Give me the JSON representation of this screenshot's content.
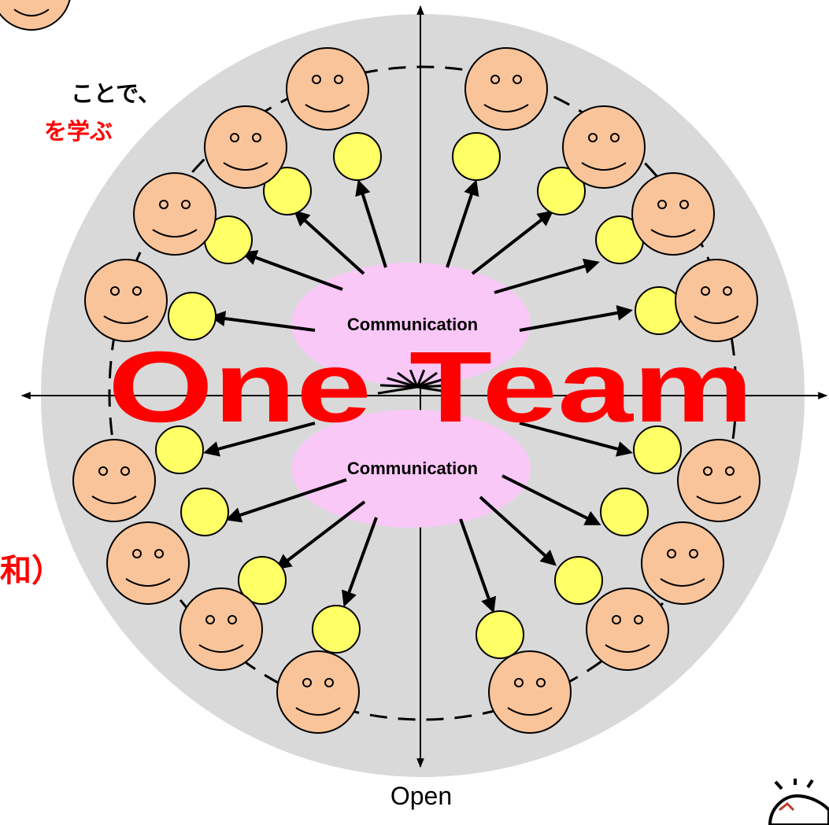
{
  "text": {
    "line1": "ことで、",
    "line2": "を学ぶ",
    "line3": "和）"
  },
  "axis": {
    "bottom": "Open"
  },
  "center": {
    "communication_top": "Communication",
    "communication_bottom": "Communication",
    "title": "One Team"
  },
  "colors": {
    "face": "#f9c49a",
    "bubble": "#ffff66",
    "ellipse": "#f9c8f7",
    "disc": "#d9d9d9",
    "title": "#ff0000",
    "highlight_text": "#ff0000"
  },
  "icons": [
    "smiley-face-icon",
    "yellow-bubble-icon",
    "arrow-icon",
    "mascot-icon"
  ]
}
